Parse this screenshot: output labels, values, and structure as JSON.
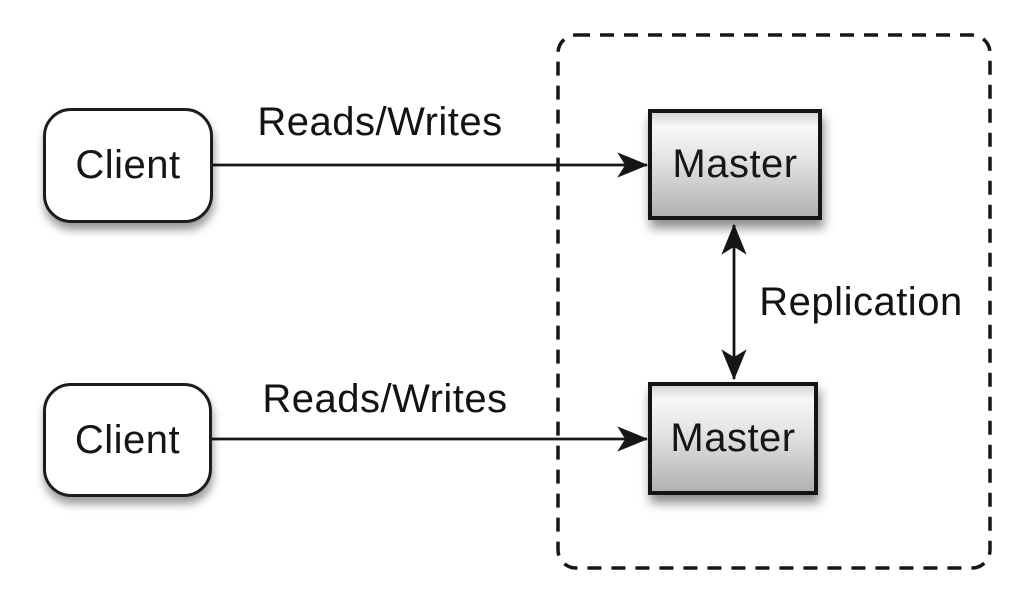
{
  "diagram": {
    "nodes": {
      "clients": [
        {
          "label": "Client"
        },
        {
          "label": "Client"
        }
      ],
      "masters": [
        {
          "label": "Master"
        },
        {
          "label": "Master"
        }
      ]
    },
    "edges": [
      {
        "from": "client-top",
        "to": "master-top",
        "label": "Reads/Writes",
        "direction": "one-way"
      },
      {
        "from": "client-bottom",
        "to": "master-bottom",
        "label": "Reads/Writes",
        "direction": "one-way"
      },
      {
        "from": "master-top",
        "to": "master-bottom",
        "label": "Replication",
        "direction": "two-way"
      }
    ],
    "boundary": {
      "style": "dashed-rounded-rectangle",
      "encloses": [
        "master-top",
        "master-bottom"
      ]
    },
    "colors": {
      "stroke": "#161616",
      "client_fill": "#ffffff",
      "master_gradient_top": "#f7f7f7",
      "master_gradient_bottom": "#b2b2b2",
      "background": "#ffffff"
    }
  }
}
